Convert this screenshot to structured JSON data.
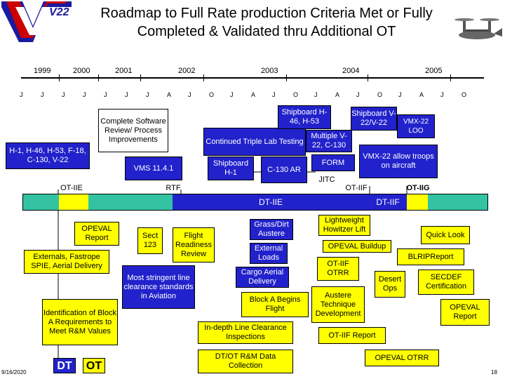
{
  "title": "Roadmap to Full Rate production Criteria Met or Fully Completed & Validated thru Additional OT",
  "logo": {
    "text": "V22",
    "colors": [
      "#cc0000",
      "#1a1aa0"
    ]
  },
  "aircraft_icon": "tiltrotor-aircraft-icon",
  "years": [
    "1999",
    "2000",
    "2001",
    "2002",
    "2003",
    "2004",
    "2005"
  ],
  "months": [
    "J",
    "J",
    "J",
    "J",
    "J",
    "J",
    "J",
    "A",
    "J",
    "O",
    "J",
    "A",
    "J",
    "O",
    "J",
    "A",
    "J",
    "O",
    "J",
    "A",
    "J",
    "O"
  ],
  "boxes": {
    "software_review": "Complete Software Review/ Process Improvements",
    "h1_h46": "H-1, H-46, H-53, F-18, C-130, V-22",
    "vms": "VMS 11.4.1",
    "shipboard_h1": "Shipboard H-1",
    "continued_triple": "Continued Triple Lab Testing",
    "c130ar": "C-130 AR",
    "shipboard_h46": "Shipboard H-46, H-53",
    "multiple": "Multiple V-22, C-130",
    "form": "FORM",
    "shipboard_v22": "Shipboard V-22/V-22",
    "vmx_loo": "VMX-22 LOO",
    "vmx_allow": "VMX-22 allow troops on aircraft",
    "jitc": "JITC",
    "ot_iie_top": "OT-IIE",
    "rtf": "RTF",
    "ot_iif_top": "OT-IIF",
    "ot_iig": "OT-IIG",
    "dt_iie": "DT-IIE",
    "dt_iif": "DT-IIF",
    "opeval_report": "OPEVAL Report",
    "externals": "Externals, Fastrope SPIE, Aerial Delivery",
    "identification": "Identification of Block A Requirements to Meet R&M Values",
    "sect123": "Sect 123",
    "flight_readiness": "Flight Readiness Review",
    "most_stringent": "Most stringent line clearance standards in Aviation",
    "grass_dirt": "Grass/Dirt Austere",
    "external_loads": "External Loads",
    "cargo_aerial": "Cargo Aerial Delivery",
    "block_a": "Block A Begins Flight",
    "indepth": "In-depth Line Clearance Inspections",
    "dtot": "DT/OT R&M Data Collection",
    "lightweight": "Lightweight Howitzer Lift",
    "opeval_buildup": "OPEVAL Buildup",
    "ot_iif_otrr": "OT-IIF OTRR",
    "austere_technique": "Austere Technique Development",
    "ot_iif_report": "OT-IIF Report",
    "opeval_otrr": "OPEVAL OTRR",
    "desert_ops": "Desert Ops",
    "quick_look": "Quick Look",
    "blrip": "BLRIPReport",
    "secdef": "SECDEF Certification",
    "opeval_report2": "OPEVAL Report",
    "dt_legend": "DT",
    "ot_legend": "OT"
  },
  "footer": {
    "date": "9/16/2020",
    "page": "18"
  },
  "colors": {
    "blue": "#2222cc",
    "yellow": "#ffff00",
    "green": "#33c3a3"
  }
}
